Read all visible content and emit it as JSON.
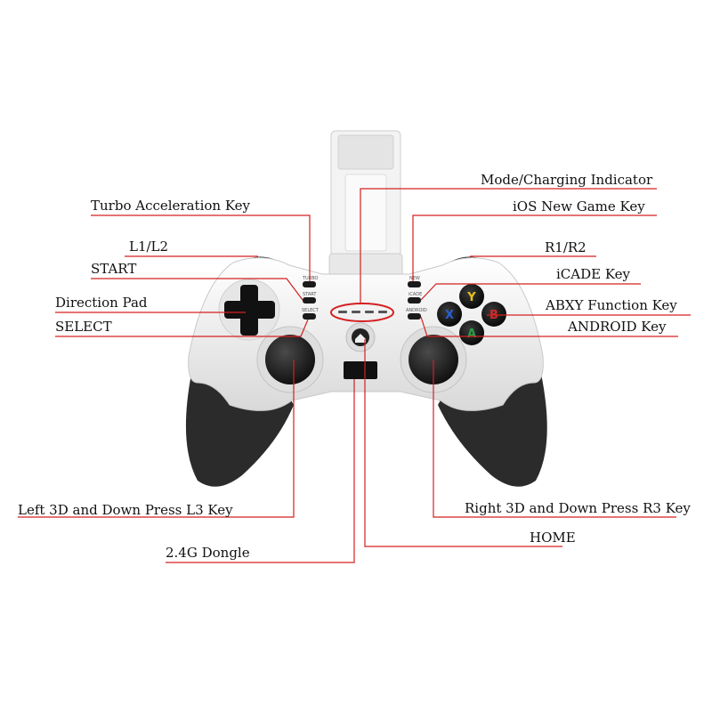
{
  "labels": {
    "mode_charging": "Mode/Charging Indicator",
    "turbo": "Turbo Acceleration Key",
    "ios_new_game": "iOS New Game Key",
    "l1l2": "L1/L2",
    "r1r2": "R1/R2",
    "start": "START",
    "icade": "iCADE Key",
    "dpad": "Direction Pad",
    "abxy": "ABXY Function Key",
    "select": "SELECT",
    "android": "ANDROID Key",
    "left3d": "Left 3D and Down Press L3 Key",
    "right3d": "Right 3D and Down Press R3 Key",
    "home": "HOME",
    "dongle": "2.4G Dongle"
  },
  "controller_text": {
    "turbo": "TURBO",
    "start": "START",
    "select": "SELECT",
    "new": "NEW",
    "icade": "iCADE",
    "android": "ANDROID"
  },
  "buttons": {
    "y": "Y",
    "x": "X",
    "b": "B",
    "a": "A"
  },
  "colors": {
    "leader_line": "#d42020",
    "body": "#eeeeee",
    "grip": "#2b2b2b",
    "y": "#e8c020",
    "x": "#2a5fd0",
    "b": "#d02a2a",
    "a": "#2aa04a"
  }
}
